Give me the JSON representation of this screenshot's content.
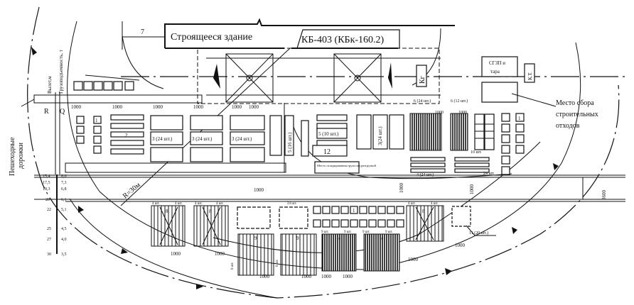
{
  "title": "Строящееся здание",
  "crane_label": "КБ-403 (КБк-160.2)",
  "dim_z": "7",
  "waste_label": [
    "Место сбора",
    "строительных",
    "отходов"
  ],
  "pedestrian_label": [
    "Пешеходные",
    "дорожки"
  ],
  "axis_reach_label": "Вылет,м",
  "axis_capacity_label": "Грузоподъемность, т",
  "axis_R": "R",
  "axis_Q": "Q",
  "radius_label": "R=30м",
  "sgzp_label": [
    "СГЗП и",
    "тара"
  ],
  "kt_label": "К.Т.",
  "kg_label": "Кг",
  "storage_note": "Место складирования груза под разгрузкой",
  "scale": [
    {
      "r": "15,4",
      "q": "8,0"
    },
    {
      "r": "17,5",
      "q": "7,3"
    },
    {
      "r": "18,3",
      "q": "6,8"
    },
    {
      "r": "20",
      "q": "6,1"
    },
    {
      "r": "22",
      "q": "5,1"
    },
    {
      "r": "25",
      "q": "4,5"
    },
    {
      "r": "27",
      "q": "4,0"
    },
    {
      "r": "30",
      "q": "3,5"
    }
  ],
  "dims": {
    "d1000": "1000",
    "d3600": "3600"
  },
  "stacks": {
    "s1": "1",
    "s2": "2",
    "s3": "3 (24 шт.)",
    "s3v": "3(24 шт.)",
    "s5": "5 (16 шт.)",
    "s5b": "5 (10 шт.)",
    "s6a": "6 (24 шт.)",
    "s6b": "6 (12 шт.)",
    "s8": "8",
    "s9": "9",
    "s10": "10",
    "s10n": "10 шт.",
    "s11": "11 (20 шт.)",
    "s12": "12",
    "s4_24": "4 (24 шт.)",
    "s24": "24 шт.",
    "n4": "4 шт.",
    "n9": "9 шт.",
    "n6": "6 шт."
  }
}
